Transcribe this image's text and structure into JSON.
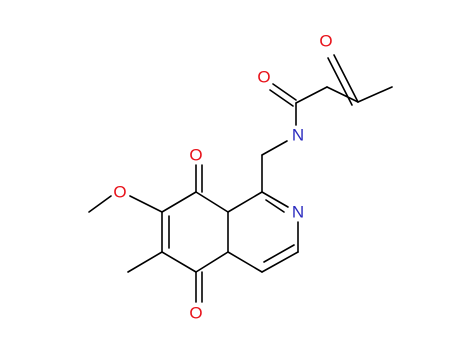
{
  "colors": {
    "bond": "#000000",
    "oxygen": "#e8141c",
    "nitrogen": "#2b2bbf"
  },
  "atoms": {
    "o_ketone": "O",
    "o_amide": "O",
    "n_amide": "N",
    "n_ring": "N",
    "o_quinone_top": "O",
    "o_methoxy": "O",
    "o_quinone_bottom": "O"
  }
}
